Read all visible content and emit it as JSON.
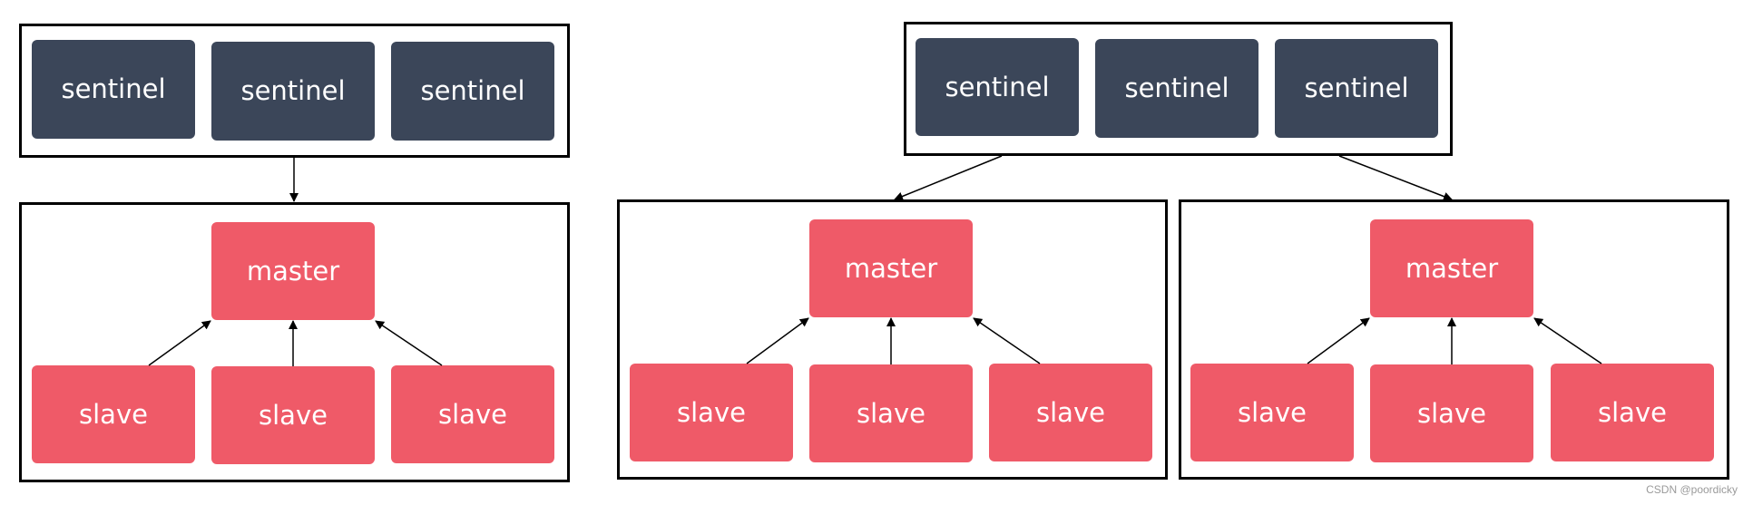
{
  "labels": {
    "sentinel": "sentinel",
    "master": "master",
    "slave": "slave"
  },
  "watermark": "CSDN @poordicky",
  "colors": {
    "sentinel_box": "#3b4659",
    "redis_box": "#ef5a68",
    "frame_border": "#000000",
    "text": "#ffffff"
  }
}
